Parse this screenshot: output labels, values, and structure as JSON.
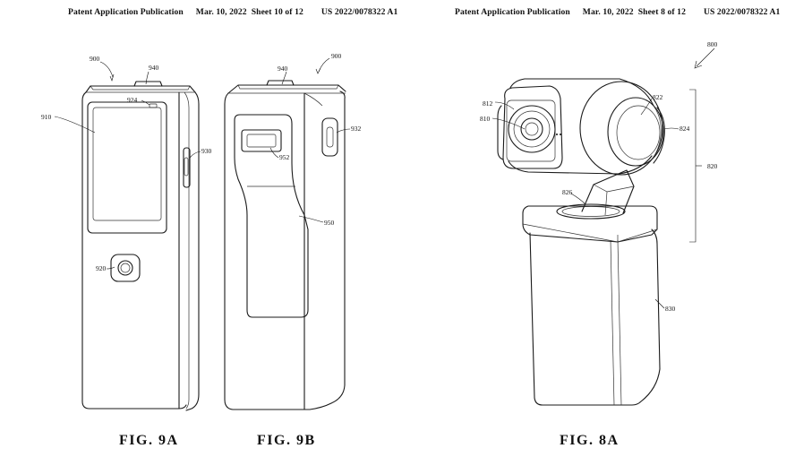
{
  "header_left": {
    "publication": "Patent Application Publication",
    "date": "Mar. 10, 2022",
    "sheet": "Sheet 10 of 12",
    "number": "US 2022/0078322 A1"
  },
  "header_right": {
    "publication": "Patent Application Publication",
    "date": "Mar. 10, 2022",
    "sheet": "Sheet 8 of 12",
    "number": "US 2022/0078322 A1"
  },
  "figures": {
    "fig9a": "FIG. 9A",
    "fig9b": "FIG. 9B",
    "fig8a": "FIG. 8A"
  },
  "refs": {
    "r900a": "900",
    "r940a": "940",
    "r924": "924",
    "r910": "910",
    "r930": "930",
    "r920": "920",
    "r940b": "940",
    "r900b": "900",
    "r932": "932",
    "r952": "952",
    "r950": "950",
    "r800": "800",
    "r812": "812",
    "r810": "810",
    "r822": "822",
    "r824": "824",
    "r820": "820",
    "r826": "826",
    "r830": "830"
  }
}
